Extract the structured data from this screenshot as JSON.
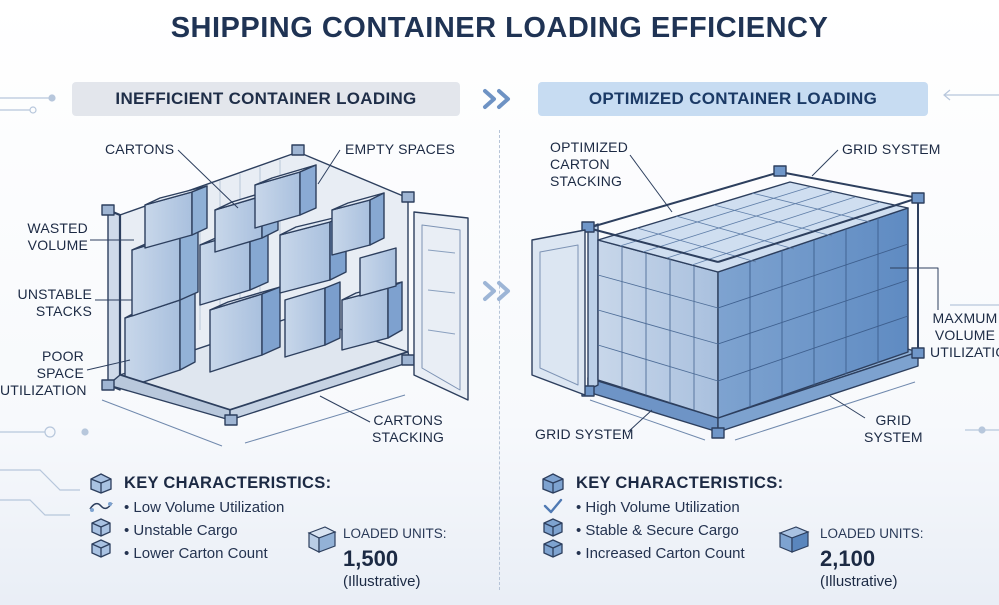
{
  "title": "SHIPPING CONTAINER LOADING EFFICIENCY",
  "left": {
    "heading": "INEFFICIENT CONTAINER LOADING",
    "labels": {
      "cartons": "CARTONS",
      "empty_spaces": "EMPTY SPACES",
      "wasted_1": "WASTED",
      "wasted_2": "VOLUME",
      "unstable_1": "UNSTABLE",
      "unstable_2": "STACKS",
      "poor_1": "POOR",
      "poor_2": "SPACE",
      "poor_3": "UTILIZATION",
      "stacking_1": "CARTONS",
      "stacking_2": "STACKING"
    },
    "key_title": "KEY CHARACTERISTICS:",
    "key_items": [
      "Low Volume Utilization",
      "Unstable Cargo",
      "Lower Carton Count"
    ],
    "loaded_label": "LOADED UNITS:",
    "loaded_value": "1,500",
    "loaded_note": "(Illustrative)"
  },
  "right": {
    "heading": "OPTIMIZED CONTAINER LOADING",
    "labels": {
      "opt_1": "OPTIMIZED",
      "opt_2": "CARTON",
      "opt_3": "STACKING",
      "grid_top": "GRID SYSTEM",
      "max_1": "MAXMUM",
      "max_2": "VOLUME",
      "max_3": "UTILIZATION",
      "grid_bottom_left": "GRID SYSTEM",
      "grid_br_1": "GRID",
      "grid_br_2": "SYSTEM"
    },
    "key_title": "KEY CHARACTERISTICS:",
    "key_items": [
      "High Volume Utilization",
      "Stable & Secure Cargo",
      "Increased Carton Count"
    ],
    "loaded_label": "LOADED UNITS:",
    "loaded_value": "2,100",
    "loaded_note": "(Illustrative)"
  },
  "colors": {
    "title": "#1f3354",
    "left_header": "#e3e6ec",
    "right_header": "#c7dcf2",
    "box_light": "#c9d9ec",
    "box_mid": "#8fb0d6",
    "box_dark": "#5a86bd",
    "line": "#2d3f5e"
  }
}
